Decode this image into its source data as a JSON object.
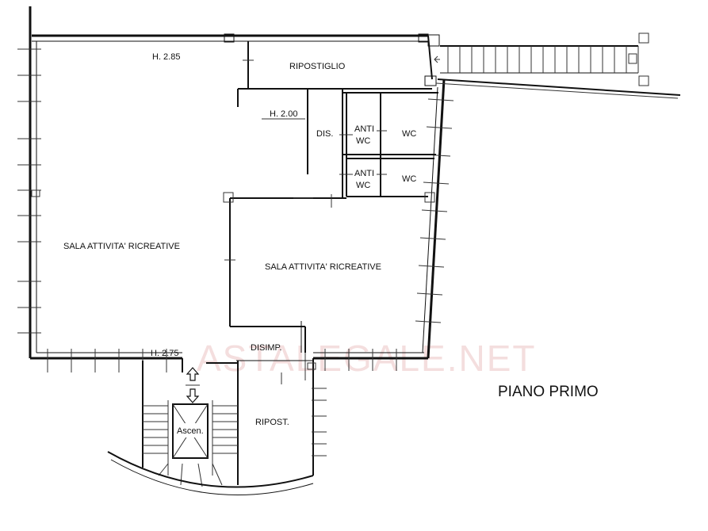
{
  "floor_title": "PIANO PRIMO",
  "watermark": "ASTALEGALE.NET",
  "colors": {
    "line": "#111111",
    "watermark": "#f4dede",
    "background": "#ffffff"
  },
  "labels": {
    "height_top": "H. 2.85",
    "ripostiglio": "RIPOSTIGLIO",
    "height_mid": "H. 2.00",
    "dis": "DIS.",
    "anti_1_top": "ANTI",
    "anti_1_bottom": "WC",
    "wc_1": "WC",
    "anti_2_top": "ANTI",
    "anti_2_bottom": "WC",
    "wc_2": "WC",
    "sala_left": "SALA ATTIVITA' RICREATIVE",
    "sala_right": "SALA ATTIVITA' RICREATIVE",
    "height_bottom": "H. 2.75",
    "disimp": "DISIMP.",
    "ascen": "Ascen.",
    "ripost": "RIPOST."
  }
}
